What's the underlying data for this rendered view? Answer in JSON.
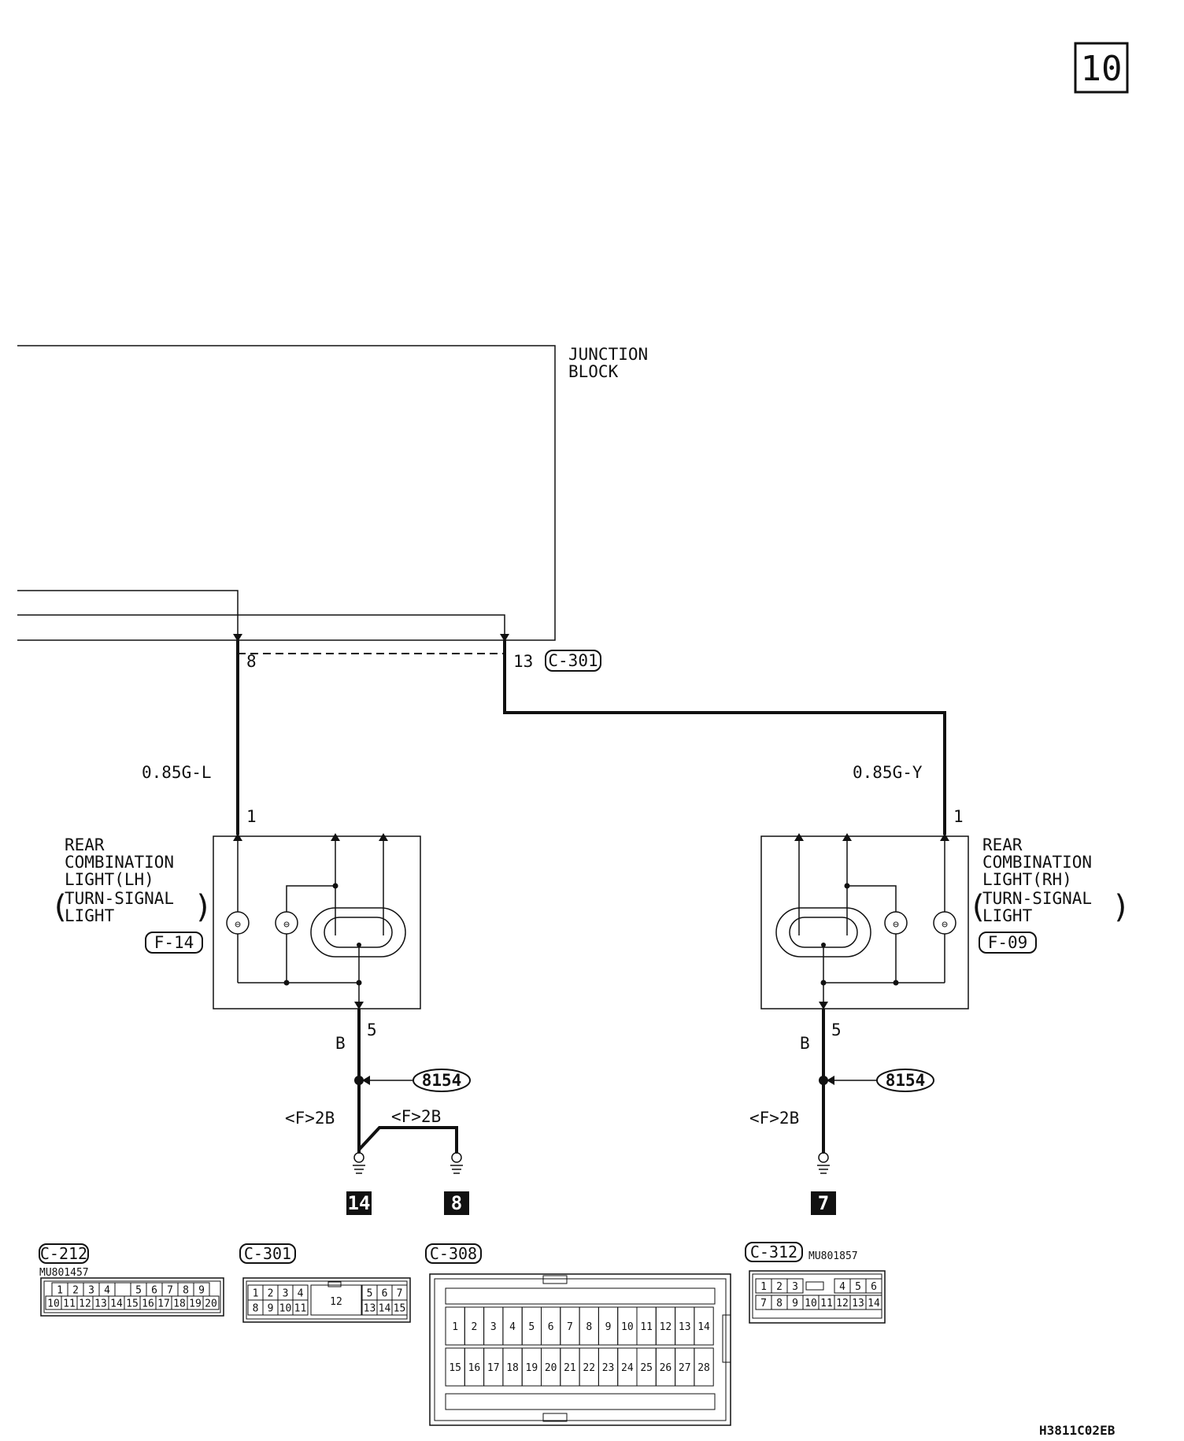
{
  "page_number": "10",
  "code": "H3811C02EB",
  "junction_block": {
    "line1": "JUNCTION",
    "line2": "BLOCK",
    "connector": "C-301",
    "pin_left": "8",
    "pin_right": "13"
  },
  "left_light": {
    "wire": "0.85G-L",
    "pin_in": "1",
    "pin_out": "5",
    "title": [
      "REAR",
      "COMBINATION",
      "LIGHT(LH)",
      "TURN-SIGNAL",
      "LIGHT"
    ],
    "connector": "F-14",
    "ground_wire": "B",
    "splice": "8154",
    "harness_a": "<F>2B",
    "harness_b": "<F>2B",
    "grounds": [
      "14",
      "8"
    ]
  },
  "right_light": {
    "wire": "0.85G-Y",
    "pin_in": "1",
    "pin_out": "5",
    "title": [
      "REAR",
      "COMBINATION",
      "LIGHT(RH)",
      "TURN-SIGNAL",
      "LIGHT"
    ],
    "connector": "F-09",
    "ground_wire": "B",
    "splice": "8154",
    "harness_a": "<F>2B",
    "grounds": [
      "7"
    ]
  },
  "connectors": [
    {
      "id": "C-212",
      "part": "MU801457",
      "row1": [
        "1",
        "2",
        "3",
        "4",
        "",
        "5",
        "6",
        "7",
        "8",
        "9"
      ],
      "row2": [
        "10",
        "11",
        "12",
        "13",
        "14",
        "15",
        "16",
        "17",
        "18",
        "19",
        "20"
      ]
    },
    {
      "id": "C-301",
      "part": "",
      "row1": [
        "1",
        "2",
        "3",
        "4",
        "5",
        "6",
        "7"
      ],
      "row2": [
        "8",
        "9",
        "10",
        "11",
        "13",
        "14",
        "15"
      ],
      "center": "12"
    },
    {
      "id": "C-308",
      "part": "",
      "row1": [
        "1",
        "2",
        "3",
        "4",
        "5",
        "6",
        "7",
        "8",
        "9",
        "10",
        "11",
        "12",
        "13",
        "14"
      ],
      "row2": [
        "15",
        "16",
        "17",
        "18",
        "19",
        "20",
        "21",
        "22",
        "23",
        "24",
        "25",
        "26",
        "27",
        "28"
      ]
    },
    {
      "id": "C-312",
      "part": "MU801857",
      "row1": [
        "1",
        "2",
        "3",
        "4",
        "5",
        "6"
      ],
      "row2": [
        "7",
        "8",
        "9",
        "10",
        "11",
        "12",
        "13",
        "14"
      ]
    }
  ]
}
